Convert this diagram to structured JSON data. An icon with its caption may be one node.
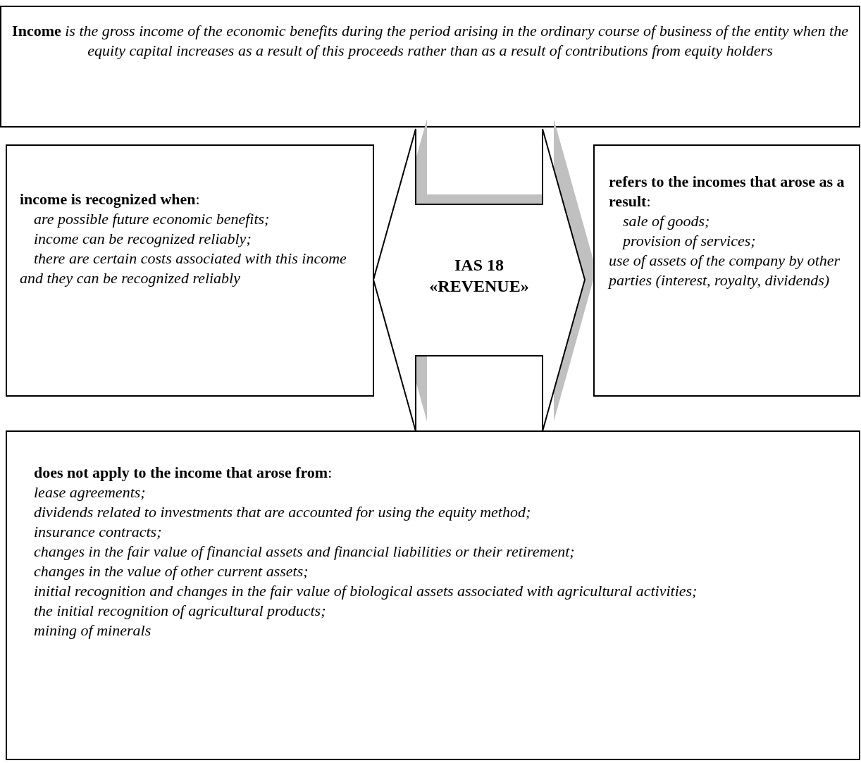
{
  "diagram": {
    "nodes": [
      {
        "text": [
          "**Income** *is the gross income of the economic benefits during the period arising in the ordinary course of business of the entity when the equity capital increases as a result of this proceeds rather than as a result of contributions from equity holders*"
        ]
      },
      {
        "text": [
          "**income is recognized when**:",
          "are possible future economic benefits;",
          "income can be recognized reliably;",
          "there are certain costs associated with this income and they can be recognized reliably"
        ]
      },
      {
        "text": [
          "IAS 18 «REVENUE»"
        ]
      },
      {
        "text": [
          "**refers to the incomes that arose as a result**:",
          "sale of goods;",
          "provision of services;",
          "use of assets of the company by other parties (interest, royalty, dividends)"
        ]
      },
      {
        "text": [
          "**does not apply to the income that arose from**:",
          "lease agreements;",
          "dividends related to investments that are accounted for using the equity method;",
          "insurance contracts;",
          "changes in the fair value of financial assets and financial liabilities or their retirement;",
          "changes in the value of other current assets;",
          "initial recognition and changes in the fair value of biological assets associated with agricultural activities;",
          "the initial recognition of agricultural products;",
          "mining of minerals"
        ]
      }
    ]
  }
}
